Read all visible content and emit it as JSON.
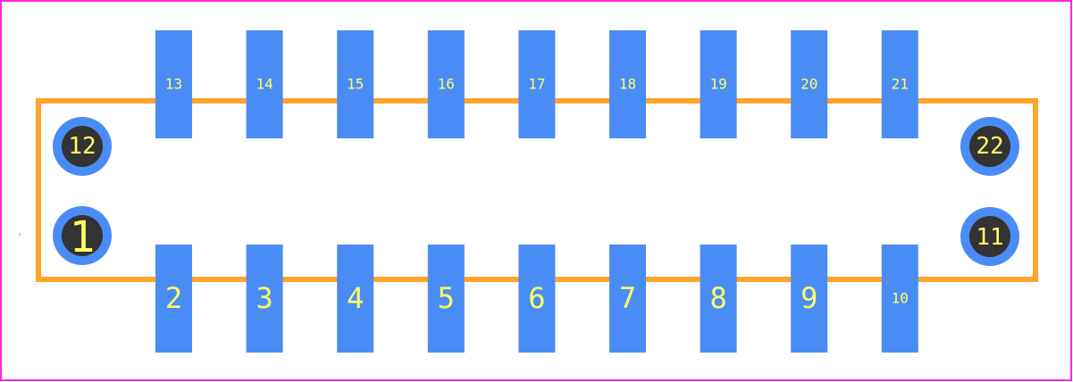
{
  "colors": {
    "background": "#ffffff",
    "border": "#ff26e2",
    "silkscreen": "#ffa52b",
    "pad": "#4a8cf5",
    "hole": "#333333",
    "label": "#ffff66",
    "courtyard": "#d6b07a"
  },
  "top_pads": [
    "13",
    "14",
    "15",
    "16",
    "17",
    "18",
    "19",
    "20",
    "21"
  ],
  "bottom_pads": [
    "2",
    "3",
    "4",
    "5",
    "6",
    "7",
    "8",
    "9",
    "10"
  ],
  "mount_holes": {
    "top_left": "12",
    "bottom_left": "1",
    "top_right": "22",
    "bottom_right": "11"
  },
  "origin_marker": "·"
}
